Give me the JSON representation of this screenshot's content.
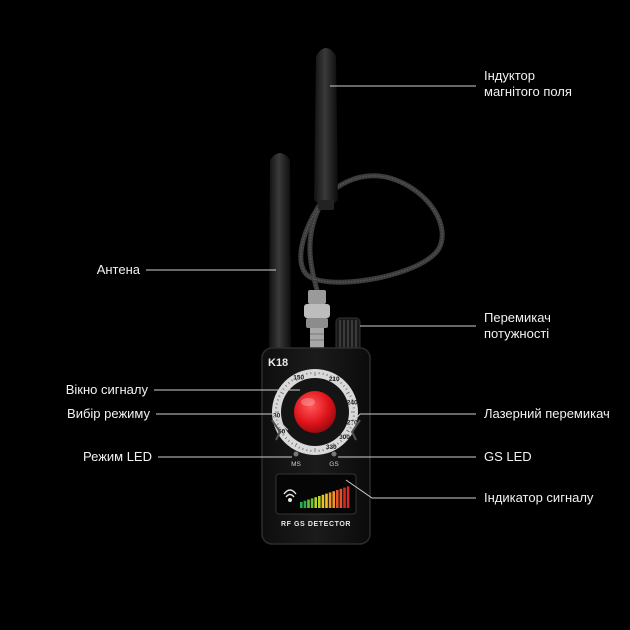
{
  "device": {
    "model": "K18",
    "detector_text": "RF GS DETECTOR",
    "ms_label": "MS",
    "gs_label": "GS",
    "dial_numbers": [
      "150",
      "210",
      "240",
      "270",
      "300",
      "330",
      "60",
      "30"
    ]
  },
  "callouts": {
    "magnetic_inductor": [
      "Індуктор",
      "магнітого поля"
    ],
    "antenna": "Антена",
    "power_switch": [
      "Перемикач",
      "потужності"
    ],
    "signal_window": "Вікно сигналу",
    "mode_select": "Вибір режиму",
    "laser_switch": "Лазерний перемикач",
    "mode_led": "Режим LED",
    "gs_led": "GS LED",
    "signal_indicator": "Індикатор сигналу"
  },
  "colors": {
    "background": "#000000",
    "lens_red": "#e0141b",
    "callout_line": "#cfcfcf",
    "meter": [
      "#22b14c",
      "#6bc33a",
      "#b6d12b",
      "#f2c12a",
      "#f09526",
      "#e2552a",
      "#d42a26"
    ]
  }
}
